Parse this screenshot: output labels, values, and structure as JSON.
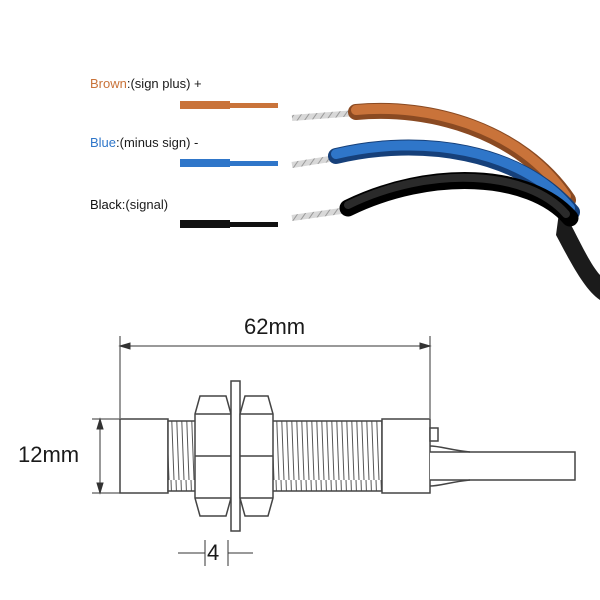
{
  "legend": [
    {
      "key": "brown",
      "name": "Brown",
      "desc": ":(sign plus) +",
      "color": "#c9733a"
    },
    {
      "key": "blue",
      "name": "Blue",
      "desc": ":(minus sign) -",
      "color": "#2f76c9"
    },
    {
      "key": "black",
      "name": "Black",
      "desc": ":(signal)",
      "color": "#111111"
    }
  ],
  "dimensions": {
    "length": "62mm",
    "diameter": "12mm",
    "nut_width": "4"
  },
  "colors": {
    "outline": "#444444",
    "cable_jacket": "#1b1b1b",
    "strand": "#b8b8b8"
  }
}
